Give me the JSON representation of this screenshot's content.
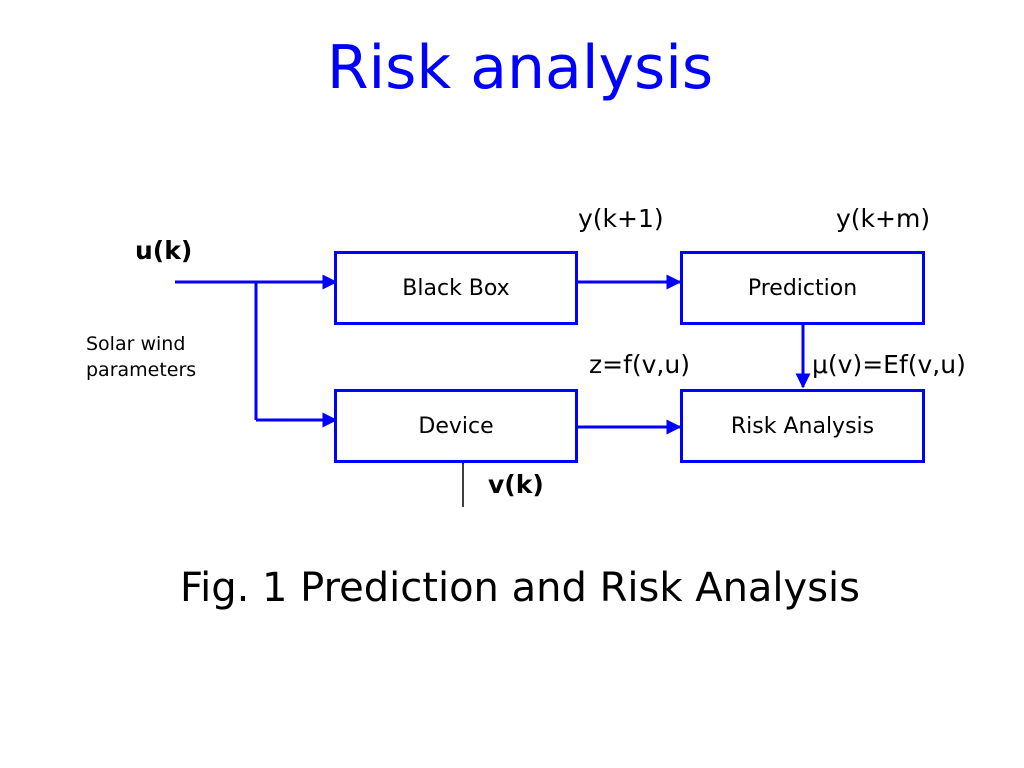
{
  "title": "Risk analysis",
  "blocks": {
    "black_box": "Black Box",
    "prediction": "Prediction",
    "device": "Device",
    "risk_analysis": "Risk Analysis"
  },
  "signals": {
    "input": "u(k)",
    "input_note": "Solar wind parameters",
    "y_next": "y(k+1)",
    "y_future": "y(k+m)",
    "z": "z=f(v,u)",
    "mu": "μ(v)=Ef(v,u)",
    "v": "v(k)"
  },
  "caption": "Fig. 1  Prediction and Risk Analysis",
  "colors": {
    "title": "#0000ff",
    "lines": "#0000ff",
    "box_border": "#0000ff",
    "text": "#000000"
  }
}
